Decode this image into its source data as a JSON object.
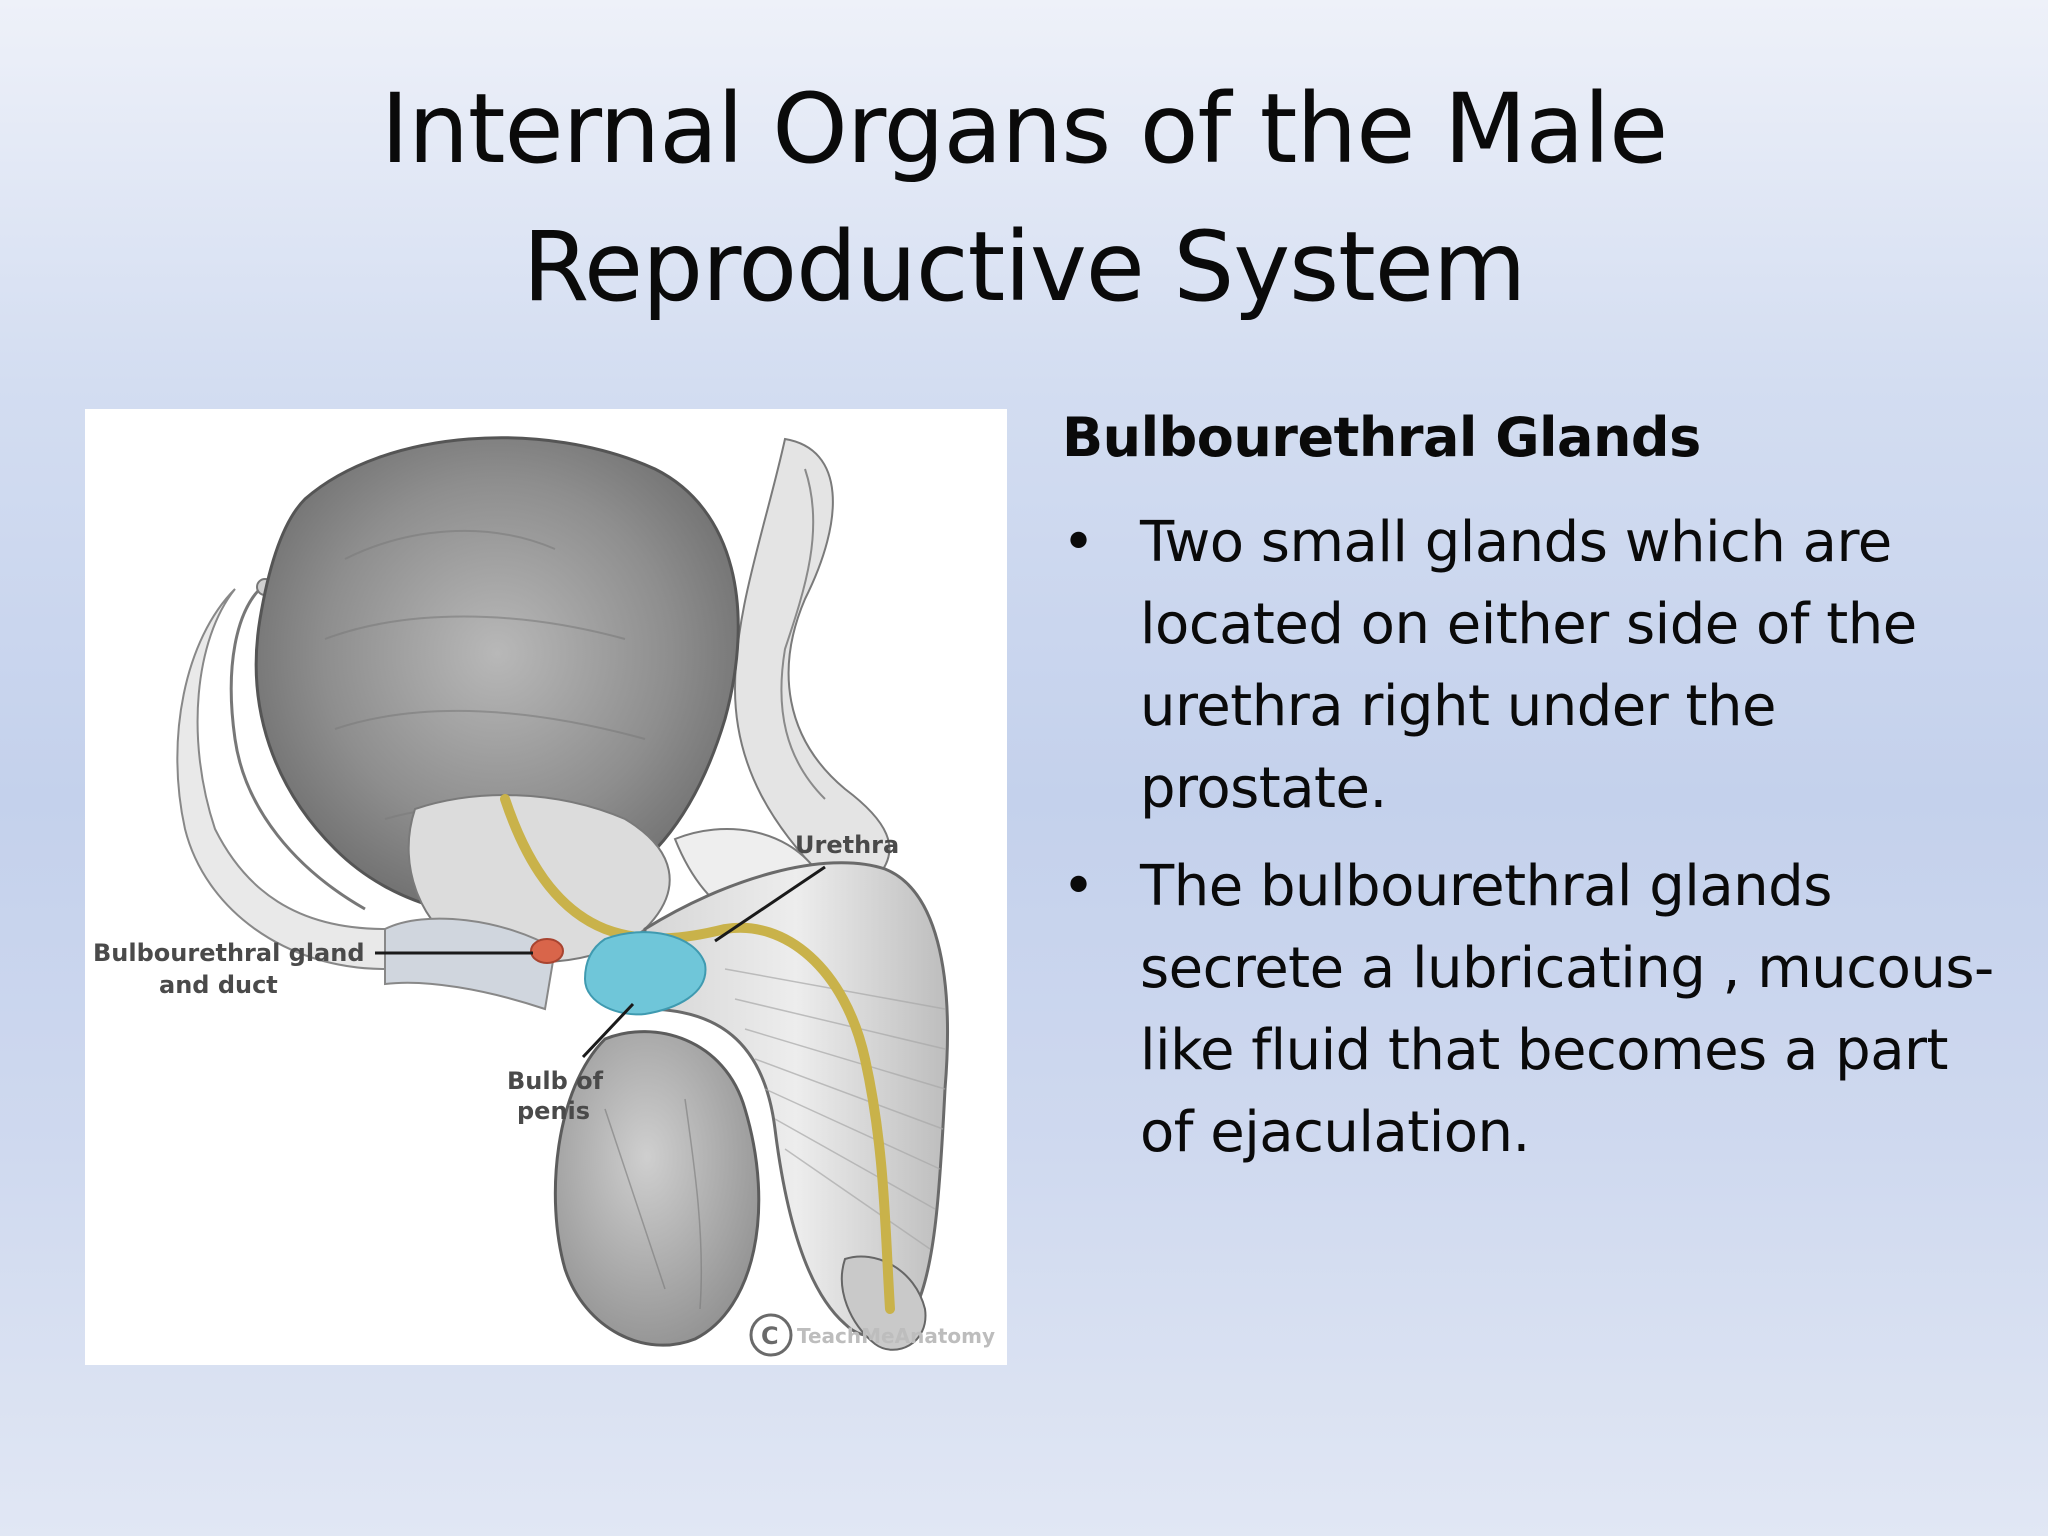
{
  "slide": {
    "title_line1": "Internal Organs of the Male",
    "title_line2": "Reproductive System"
  },
  "figure": {
    "labels": {
      "urethra": "Urethra",
      "bulbourethral_line1": "Bulbourethral gland",
      "bulbourethral_line2": "and duct",
      "bulb_line1": "Bulb of",
      "bulb_line2": "penis"
    },
    "watermark": "TeachMeAnatomy",
    "copyright_symbol": "C",
    "colors": {
      "urethra": "#c9b24a",
      "bulb": "#6fc6d9",
      "gland": "#d9654a"
    }
  },
  "content": {
    "heading": "Bulbourethral Glands",
    "bullets": [
      "Two small glands which are located on either side of the urethra right under the prostate.",
      "The bulbourethral glands secrete a lubricating , mucous-like fluid that becomes a part of ejaculation."
    ]
  }
}
